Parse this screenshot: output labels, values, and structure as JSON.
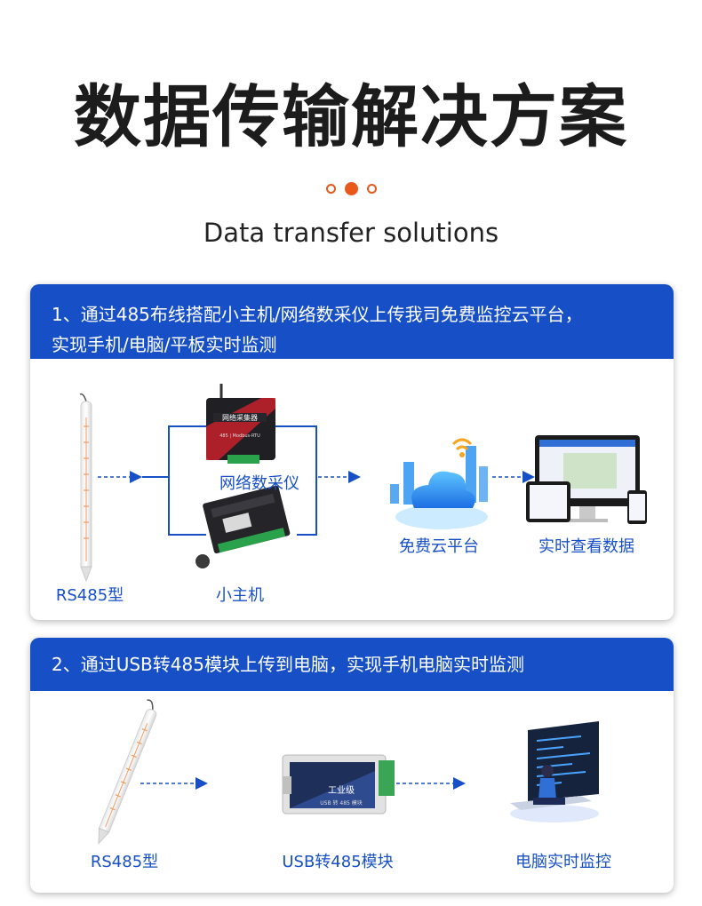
{
  "title": "数据传输解决方案",
  "subtitle": "Data transfer solutions",
  "colors": {
    "accent": "#e8591a",
    "brand": "#1750c6",
    "arrow": "#1750c6"
  },
  "section1": {
    "line1": "1、通过485布线搭配小主机/网络数采仪上传我司免费监控云平台，",
    "line2": "实现手机/电脑/平板实时监测",
    "labels": {
      "sensor": "RS485型",
      "network_collector": "网络数采仪",
      "mini_host": "小主机",
      "cloud": "免费云平台",
      "view_data": "实时查看数据"
    },
    "device_text": {
      "collector_title": "网络采集器",
      "collector_sub": "485 | Modbus-RTU"
    }
  },
  "section2": {
    "line1": "2、通过USB转485模块上传到电脑，实现手机电脑实时监测",
    "labels": {
      "sensor": "RS485型",
      "usb_module": "USB转485模块",
      "computer": "电脑实时监控"
    },
    "device_text": {
      "module_title": "工业级",
      "module_sub": "USB 转 485 模块"
    }
  }
}
